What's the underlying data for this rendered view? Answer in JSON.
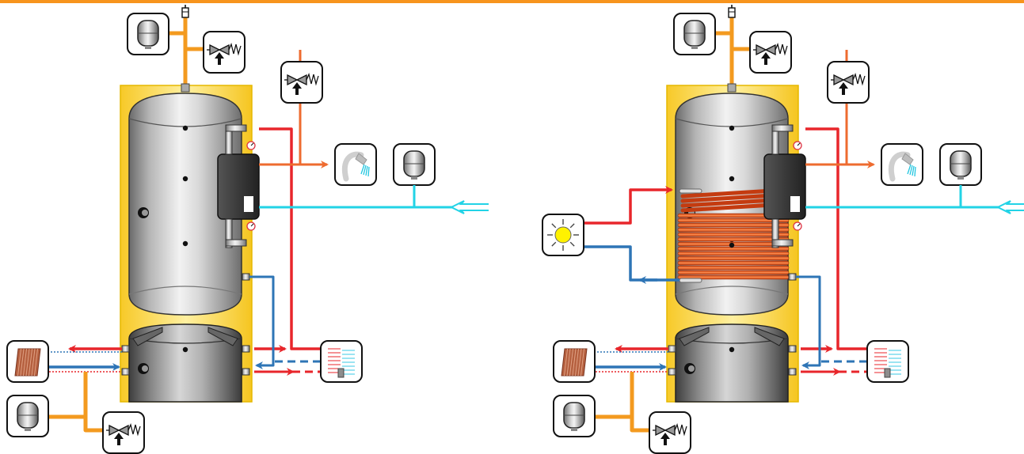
{
  "colors": {
    "accent_bar": "#f7941d",
    "hot": "#e8262b",
    "cold": "#2e75b6",
    "expansion": "#f39a1f",
    "dhw": "#ee6b2f",
    "mains": "#22d3e6",
    "jacket": "#fde06a",
    "jacket_edge": "#e6b800",
    "tank_light": "#e9e9e9",
    "tank_dark": "#7a7a7a",
    "coil": "#e85520",
    "module": "#3a3a3a",
    "sun": "#fff200"
  },
  "systems": [
    {
      "id": "system-a",
      "has_solar_coil": false,
      "components": [
        "expansion-vessel-icon",
        "safety-valve-icon",
        "shower-icon",
        "solar-panel-icon",
        "underfloor-heating-icon",
        "air-vent-icon"
      ]
    },
    {
      "id": "system-b",
      "has_solar_coil": true,
      "components": [
        "expansion-vessel-icon",
        "safety-valve-icon",
        "shower-icon",
        "solar-panel-icon",
        "underfloor-heating-icon",
        "air-vent-icon",
        "sun-icon",
        "solar-coil"
      ]
    }
  ]
}
